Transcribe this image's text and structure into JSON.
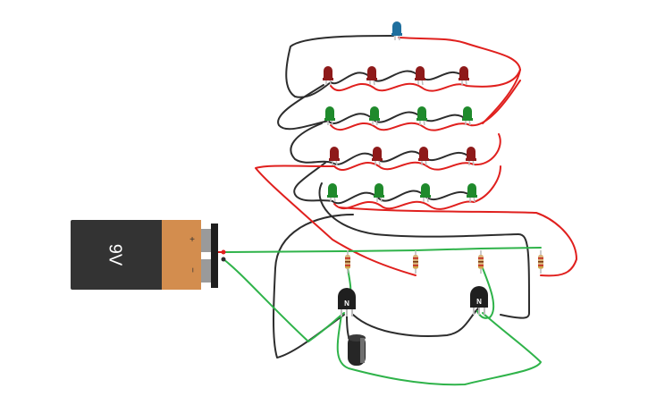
{
  "battery": {
    "label": "9V",
    "plus": "+",
    "minus": "−"
  },
  "transistors": [
    {
      "label": "N"
    },
    {
      "label": "N"
    }
  ],
  "colors": {
    "red_wire": "#e0201e",
    "green_wire": "#2fb34a",
    "black_wire": "#2d2d2d",
    "red_led": "#8e1a1a",
    "green_led": "#1f8a2c",
    "blue_led": "#1f6f9e",
    "battery_body": "#333333",
    "battery_cap": "#d38d4e"
  },
  "leds": {
    "blue_count": 1,
    "red_rows": 2,
    "green_rows": 2,
    "per_row": 4
  },
  "resistor_count": 4,
  "capacitor_count": 1
}
